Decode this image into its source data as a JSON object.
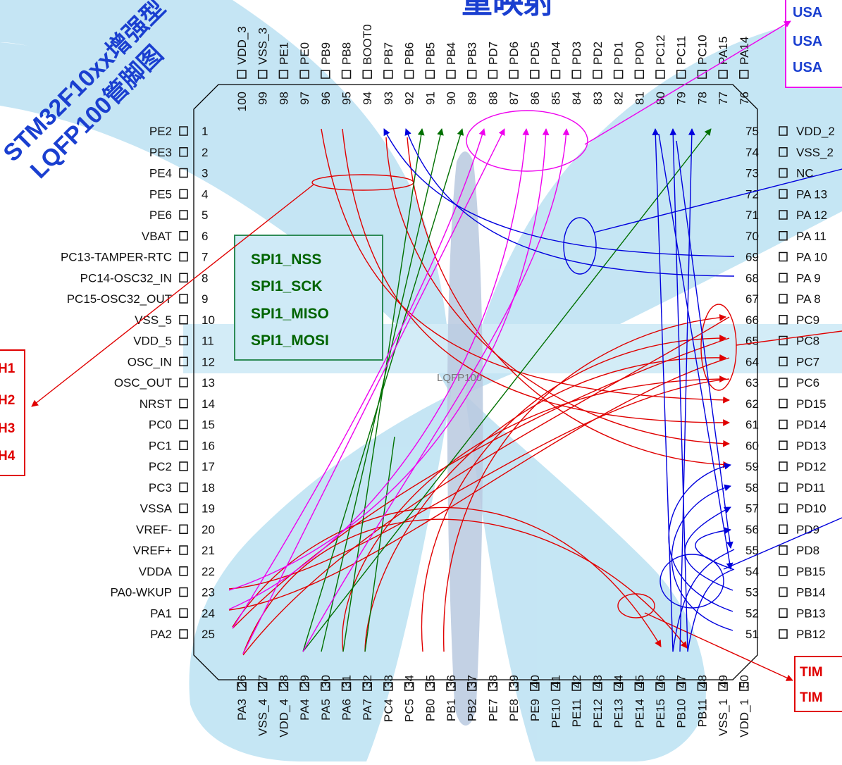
{
  "title_fragment": "重映射",
  "watermark": {
    "line1": "STM32F10xx增强型",
    "line2": "LQFP100管脚图"
  },
  "chip": {
    "package": "LQFP100",
    "left_pins": [
      {
        "num": "1",
        "name": "PE2"
      },
      {
        "num": "2",
        "name": "PE3"
      },
      {
        "num": "3",
        "name": "PE4"
      },
      {
        "num": "4",
        "name": "PE5"
      },
      {
        "num": "5",
        "name": "PE6"
      },
      {
        "num": "6",
        "name": "VBAT"
      },
      {
        "num": "7",
        "name": "PC13-TAMPER-RTC"
      },
      {
        "num": "8",
        "name": "PC14-OSC32_IN"
      },
      {
        "num": "9",
        "name": "PC15-OSC32_OUT"
      },
      {
        "num": "10",
        "name": "VSS_5"
      },
      {
        "num": "11",
        "name": "VDD_5"
      },
      {
        "num": "12",
        "name": "OSC_IN"
      },
      {
        "num": "13",
        "name": "OSC_OUT"
      },
      {
        "num": "14",
        "name": "NRST"
      },
      {
        "num": "15",
        "name": "PC0"
      },
      {
        "num": "16",
        "name": "PC1"
      },
      {
        "num": "17",
        "name": "PC2"
      },
      {
        "num": "18",
        "name": "PC3"
      },
      {
        "num": "19",
        "name": "VSSA"
      },
      {
        "num": "20",
        "name": "VREF-"
      },
      {
        "num": "21",
        "name": "VREF+"
      },
      {
        "num": "22",
        "name": "VDDA"
      },
      {
        "num": "23",
        "name": "PA0-WKUP"
      },
      {
        "num": "24",
        "name": "PA1"
      },
      {
        "num": "25",
        "name": "PA2"
      }
    ],
    "right_pins": [
      {
        "num": "75",
        "name": "VDD_2"
      },
      {
        "num": "74",
        "name": "VSS_2"
      },
      {
        "num": "73",
        "name": "NC"
      },
      {
        "num": "72",
        "name": "PA 13"
      },
      {
        "num": "71",
        "name": "PA 12"
      },
      {
        "num": "70",
        "name": "PA 11"
      },
      {
        "num": "69",
        "name": "PA 10"
      },
      {
        "num": "68",
        "name": "PA 9"
      },
      {
        "num": "67",
        "name": "PA 8"
      },
      {
        "num": "66",
        "name": "PC9"
      },
      {
        "num": "65",
        "name": "PC8"
      },
      {
        "num": "64",
        "name": "PC7"
      },
      {
        "num": "63",
        "name": "PC6"
      },
      {
        "num": "62",
        "name": "PD15"
      },
      {
        "num": "61",
        "name": "PD14"
      },
      {
        "num": "60",
        "name": "PD13"
      },
      {
        "num": "59",
        "name": "PD12"
      },
      {
        "num": "58",
        "name": "PD11"
      },
      {
        "num": "57",
        "name": "PD10"
      },
      {
        "num": "56",
        "name": "PD9"
      },
      {
        "num": "55",
        "name": "PD8"
      },
      {
        "num": "54",
        "name": "PB15"
      },
      {
        "num": "53",
        "name": "PB14"
      },
      {
        "num": "52",
        "name": "PB13"
      },
      {
        "num": "51",
        "name": "PB12"
      }
    ],
    "top_pins": [
      {
        "num": "100",
        "name": "VDD_3"
      },
      {
        "num": "99",
        "name": "VSS_3"
      },
      {
        "num": "98",
        "name": "PE1"
      },
      {
        "num": "97",
        "name": "PE0"
      },
      {
        "num": "96",
        "name": "PB9"
      },
      {
        "num": "95",
        "name": "PB8"
      },
      {
        "num": "94",
        "name": "BOOT0"
      },
      {
        "num": "93",
        "name": "PB7"
      },
      {
        "num": "92",
        "name": "PB6"
      },
      {
        "num": "91",
        "name": "PB5"
      },
      {
        "num": "90",
        "name": "PB4"
      },
      {
        "num": "89",
        "name": "PB3"
      },
      {
        "num": "88",
        "name": "PD7"
      },
      {
        "num": "87",
        "name": "PD6"
      },
      {
        "num": "86",
        "name": "PD5"
      },
      {
        "num": "85",
        "name": "PD4"
      },
      {
        "num": "84",
        "name": "PD3"
      },
      {
        "num": "83",
        "name": "PD2"
      },
      {
        "num": "82",
        "name": "PD1"
      },
      {
        "num": "81",
        "name": "PD0"
      },
      {
        "num": "80",
        "name": "PC12"
      },
      {
        "num": "79",
        "name": "PC11"
      },
      {
        "num": "78",
        "name": "PC10"
      },
      {
        "num": "77",
        "name": "PA15"
      },
      {
        "num": "76",
        "name": "PA14"
      }
    ],
    "bottom_pins": [
      {
        "num": "26",
        "name": "PA3"
      },
      {
        "num": "27",
        "name": "VSS_4"
      },
      {
        "num": "28",
        "name": "VDD_4"
      },
      {
        "num": "29",
        "name": "PA4"
      },
      {
        "num": "30",
        "name": "PA5"
      },
      {
        "num": "31",
        "name": "PA6"
      },
      {
        "num": "32",
        "name": "PA7"
      },
      {
        "num": "33",
        "name": "PC4"
      },
      {
        "num": "34",
        "name": "PC5"
      },
      {
        "num": "35",
        "name": "PB0"
      },
      {
        "num": "36",
        "name": "PB1"
      },
      {
        "num": "37",
        "name": "PB2"
      },
      {
        "num": "38",
        "name": "PE7"
      },
      {
        "num": "39",
        "name": "PE8"
      },
      {
        "num": "40",
        "name": "PE9"
      },
      {
        "num": "41",
        "name": "PE10"
      },
      {
        "num": "42",
        "name": "PE11"
      },
      {
        "num": "43",
        "name": "PE12"
      },
      {
        "num": "44",
        "name": "PE13"
      },
      {
        "num": "45",
        "name": "PE14"
      },
      {
        "num": "46",
        "name": "PE15"
      },
      {
        "num": "47",
        "name": "PB10"
      },
      {
        "num": "48",
        "name": "PB11"
      },
      {
        "num": "49",
        "name": "VSS_1"
      },
      {
        "num": "50",
        "name": "VDD_1"
      }
    ]
  },
  "labels": {
    "spi": [
      "SPI1_NSS",
      "SPI1_SCK",
      "SPI1_MISO",
      "SPI1_MOSI"
    ],
    "usart_partial": [
      "USA",
      "USA",
      "USA"
    ],
    "left_red_partial": [
      "H1",
      "H2",
      "H3",
      "H4"
    ],
    "tim_partial": [
      "TIM",
      "TIM"
    ]
  },
  "colors": {
    "red": "#e00000",
    "blue": "#0000dd",
    "green": "#007000",
    "magenta": "#ee00ee",
    "spi_box_border": "#2e8b57",
    "spi_text": "#006400",
    "watermark": "#1a3fd0",
    "butterfly": "#bfe3f3"
  }
}
